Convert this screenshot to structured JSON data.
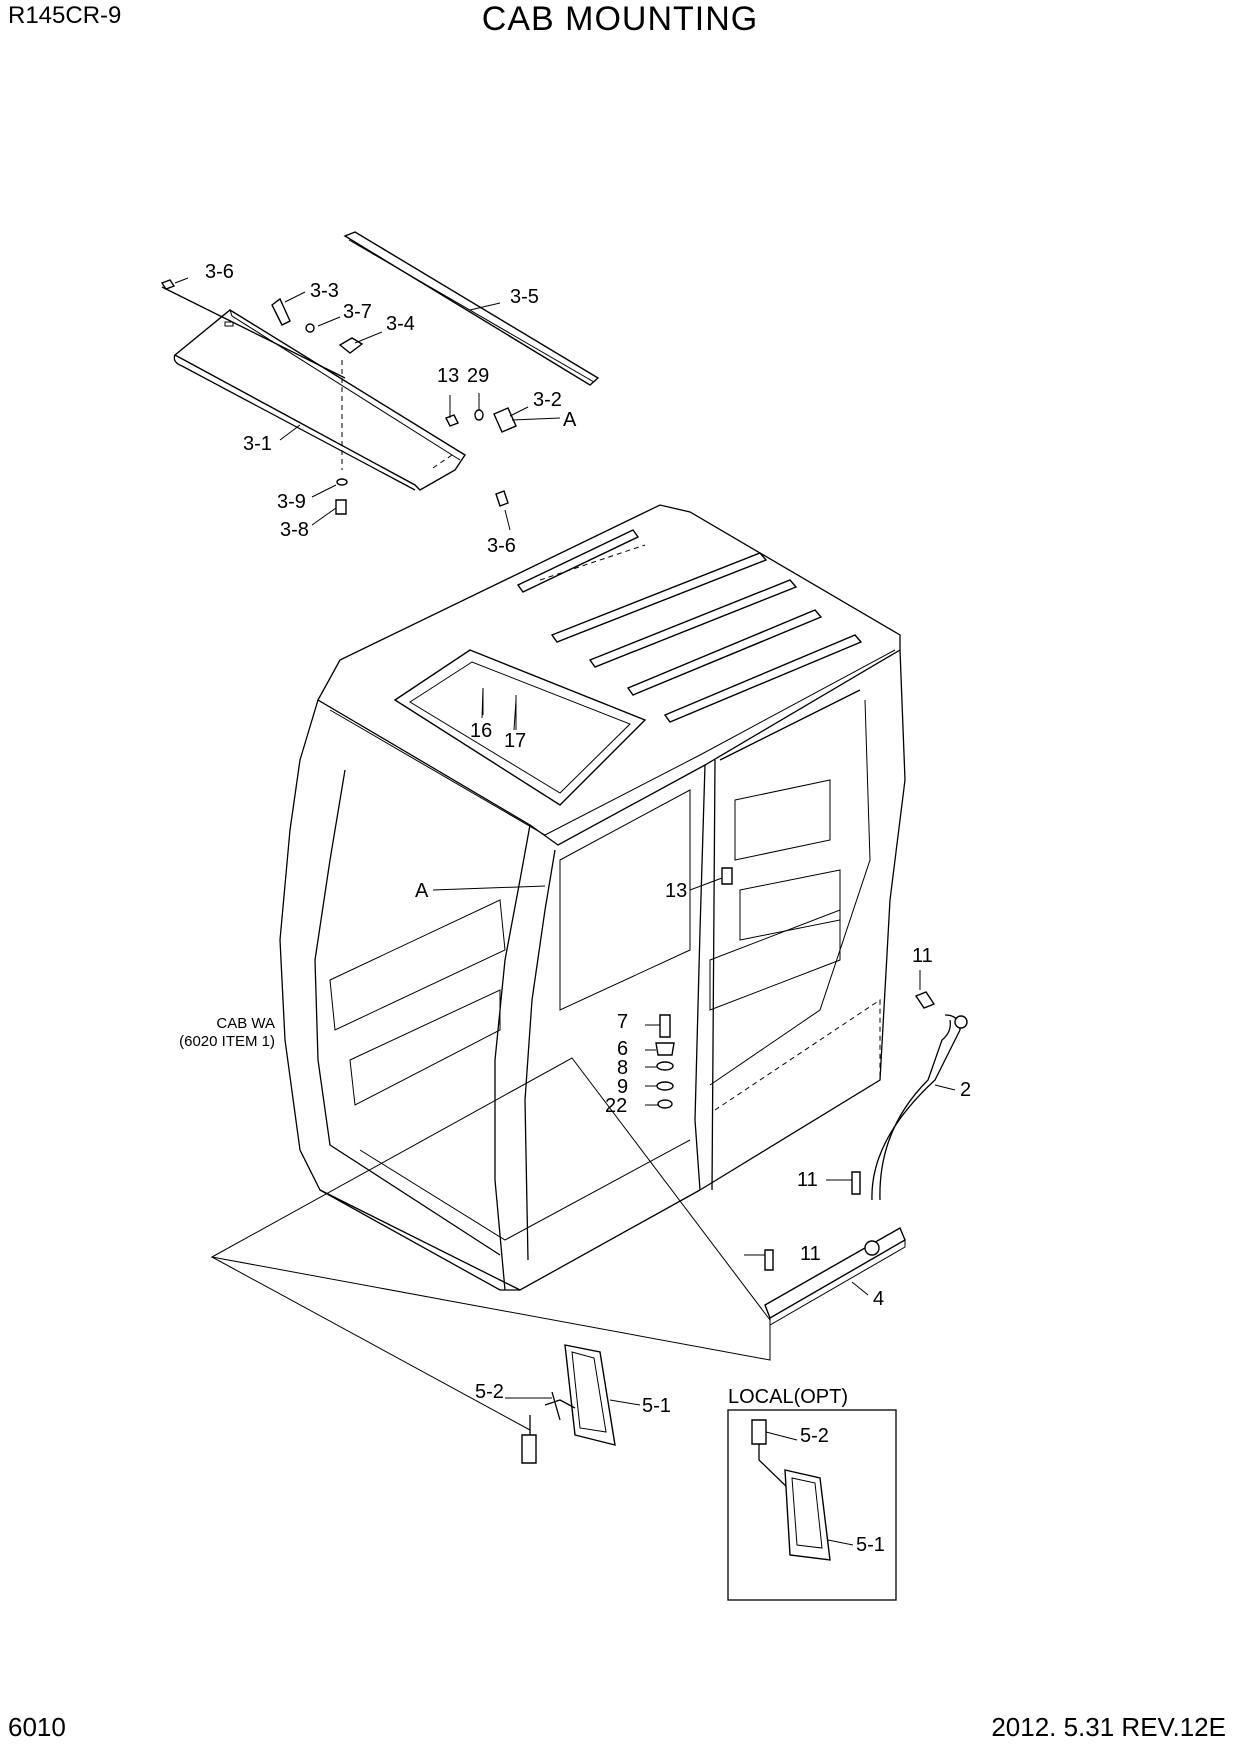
{
  "header": {
    "model": "R145CR-9",
    "title": "CAB MOUNTING"
  },
  "footer": {
    "page_number": "6010",
    "revision": "2012. 5.31  REV.12E"
  },
  "note": {
    "line1": "CAB WA",
    "line2": "(6020 ITEM 1)"
  },
  "inset": {
    "title": "LOCAL(OPT)"
  },
  "callouts": {
    "p3_6a": "3-6",
    "p3_3": "3-3",
    "p3_7": "3-7",
    "p3_4": "3-4",
    "p3_5": "3-5",
    "p13a": "13",
    "p29": "29",
    "p3_2": "3-2",
    "pAa": "A",
    "p3_1": "3-1",
    "p3_9": "3-9",
    "p3_8": "3-8",
    "p3_6b": "3-6",
    "p16": "16",
    "p17": "17",
    "pAb": "A",
    "p13b": "13",
    "p11a": "11",
    "p7": "7",
    "p6": "6",
    "p8": "8",
    "p9": "9",
    "p22": "22",
    "p2": "2",
    "p11b": "11",
    "p11c": "11",
    "p4": "4",
    "p5_2a": "5-2",
    "p5_1a": "5-1",
    "p5_2b": "5-2",
    "p5_1b": "5-1"
  }
}
